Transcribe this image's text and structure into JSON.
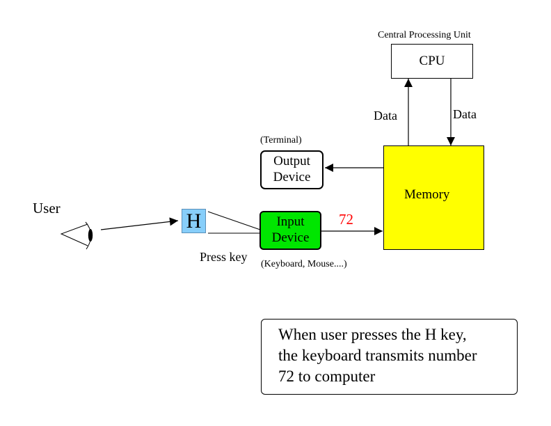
{
  "labels": {
    "cpu_caption": "Central Processing Unit",
    "cpu": "CPU",
    "data_up": "Data",
    "data_down": "Data",
    "terminal": "(Terminal)",
    "output_line1": "Output",
    "output_line2": "Device",
    "memory": "Memory",
    "user": "User",
    "key": "H",
    "input_line1": "Input",
    "input_line2": "Device",
    "value": "72",
    "press_key": "Press key",
    "input_examples": "(Keyboard, Mouse....)"
  },
  "note": {
    "line1": "When user presses the H key,",
    "line2": "the keyboard transmits number",
    "line3": "72 to computer"
  },
  "colors": {
    "memory_fill": "#ffff00",
    "input_fill": "#00e600",
    "key_fill": "#87cefa",
    "value_text": "#ff0000"
  },
  "icons": {
    "user": "eye-icon"
  }
}
